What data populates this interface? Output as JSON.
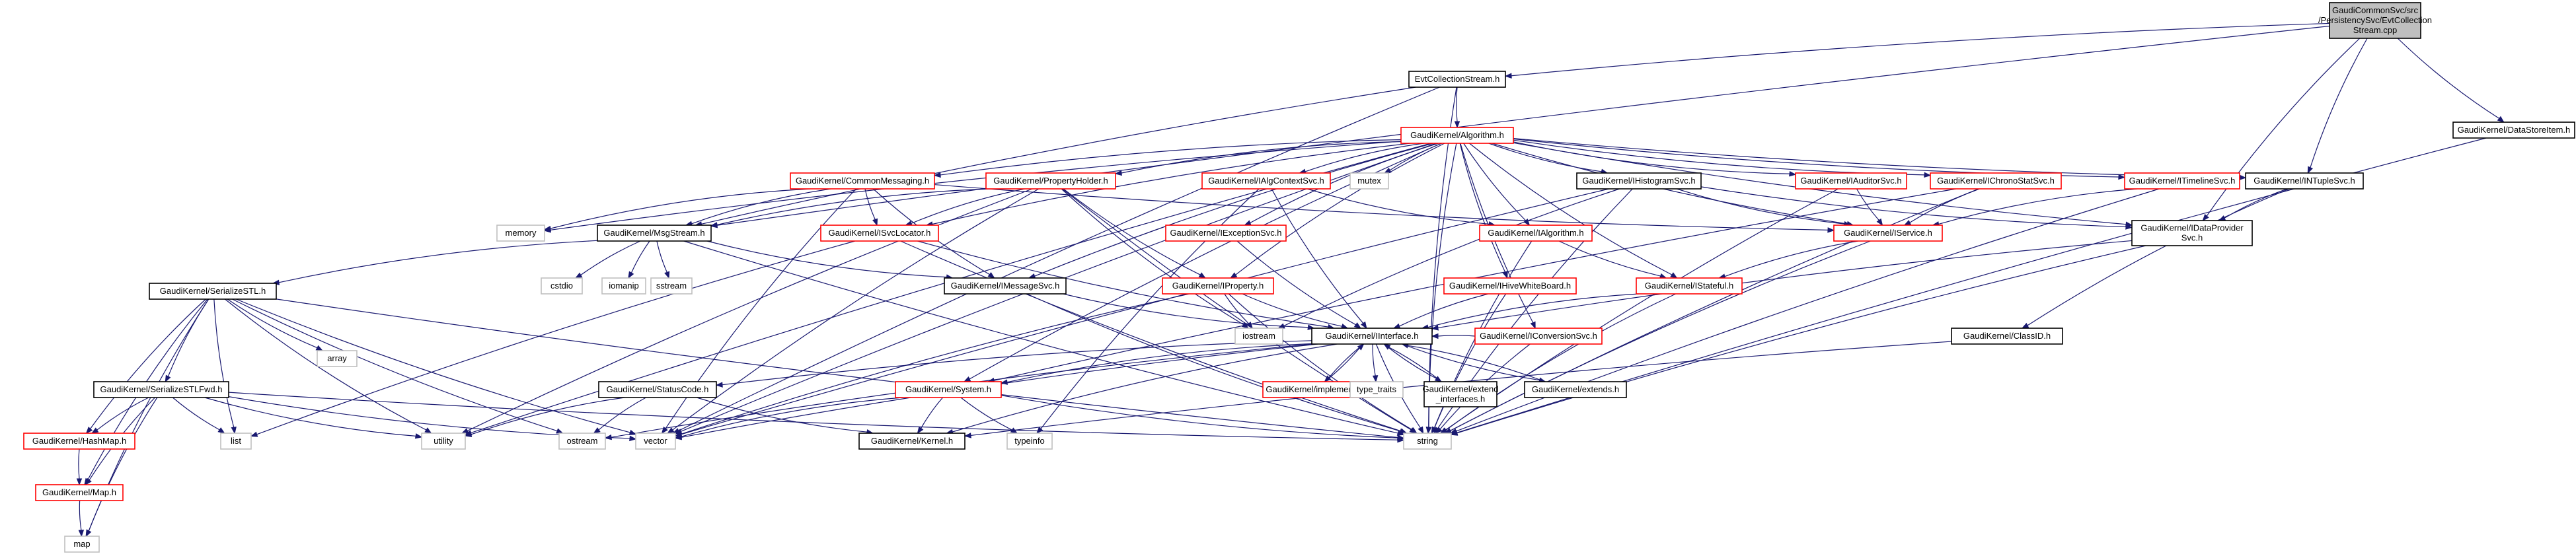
{
  "diagram": {
    "colors": {
      "edge": "#191970",
      "node_red_border": "#ff0000",
      "node_black_border": "#000000",
      "node_gray_border": "#bfbfbf",
      "root_fill": "#bfbfbf",
      "text": "#000000"
    },
    "nodes": [
      {
        "id": "root",
        "lines": [
          "GaudiCommonSvc/src",
          "/PersistencySvc/EvtCollection",
          "Stream.cpp"
        ],
        "style": "root"
      },
      {
        "id": "evtcol",
        "lines": [
          "EvtCollectionStream.h"
        ],
        "style": "black"
      },
      {
        "id": "datastore",
        "lines": [
          "GaudiKernel/DataStoreItem.h"
        ],
        "style": "black"
      },
      {
        "id": "algorithm",
        "lines": [
          "GaudiKernel/Algorithm.h"
        ],
        "style": "red"
      },
      {
        "id": "commonmsg",
        "lines": [
          "GaudiKernel/CommonMessaging.h"
        ],
        "style": "red"
      },
      {
        "id": "propholder",
        "lines": [
          "GaudiKernel/PropertyHolder.h"
        ],
        "style": "red"
      },
      {
        "id": "ialgctx",
        "lines": [
          "GaudiKernel/IAlgContextSvc.h"
        ],
        "style": "red"
      },
      {
        "id": "mutex",
        "lines": [
          "mutex"
        ],
        "style": "gray"
      },
      {
        "id": "ihisto",
        "lines": [
          "GaudiKernel/IHistogramSvc.h"
        ],
        "style": "black"
      },
      {
        "id": "iauditor",
        "lines": [
          "GaudiKernel/IAuditorSvc.h"
        ],
        "style": "red"
      },
      {
        "id": "ichrono",
        "lines": [
          "GaudiKernel/IChronoStatSvc.h"
        ],
        "style": "red"
      },
      {
        "id": "itimeline",
        "lines": [
          "GaudiKernel/ITimelineSvc.h"
        ],
        "style": "red"
      },
      {
        "id": "intuple",
        "lines": [
          "GaudiKernel/INTupleSvc.h"
        ],
        "style": "black"
      },
      {
        "id": "memory",
        "lines": [
          "memory"
        ],
        "style": "gray"
      },
      {
        "id": "msgstream",
        "lines": [
          "GaudiKernel/MsgStream.h"
        ],
        "style": "black"
      },
      {
        "id": "isvcloc",
        "lines": [
          "GaudiKernel/ISvcLocator.h"
        ],
        "style": "red"
      },
      {
        "id": "iexception",
        "lines": [
          "GaudiKernel/IExceptionSvc.h"
        ],
        "style": "red"
      },
      {
        "id": "ialgorithm",
        "lines": [
          "GaudiKernel/IAlgorithm.h"
        ],
        "style": "red"
      },
      {
        "id": "iservice",
        "lines": [
          "GaudiKernel/IService.h"
        ],
        "style": "red"
      },
      {
        "id": "idataprov",
        "lines": [
          "GaudiKernel/IDataProvider",
          "Svc.h"
        ],
        "style": "black"
      },
      {
        "id": "cstdio",
        "lines": [
          "cstdio"
        ],
        "style": "gray"
      },
      {
        "id": "iomanip",
        "lines": [
          "iomanip"
        ],
        "style": "gray"
      },
      {
        "id": "sstream",
        "lines": [
          "sstream"
        ],
        "style": "gray"
      },
      {
        "id": "imessage",
        "lines": [
          "GaudiKernel/IMessageSvc.h"
        ],
        "style": "black"
      },
      {
        "id": "iproperty",
        "lines": [
          "GaudiKernel/IProperty.h"
        ],
        "style": "red"
      },
      {
        "id": "ihive",
        "lines": [
          "GaudiKernel/IHiveWhiteBoard.h"
        ],
        "style": "red"
      },
      {
        "id": "istateful",
        "lines": [
          "GaudiKernel/IStateful.h"
        ],
        "style": "red"
      },
      {
        "id": "serializestl",
        "lines": [
          "GaudiKernel/SerializeSTL.h"
        ],
        "style": "black"
      },
      {
        "id": "iostream",
        "lines": [
          "iostream"
        ],
        "style": "gray"
      },
      {
        "id": "iinterface",
        "lines": [
          "GaudiKernel/IInterface.h"
        ],
        "style": "black"
      },
      {
        "id": "iconversion",
        "lines": [
          "GaudiKernel/IConversionSvc.h"
        ],
        "style": "red"
      },
      {
        "id": "classid",
        "lines": [
          "GaudiKernel/ClassID.h"
        ],
        "style": "black"
      },
      {
        "id": "array",
        "lines": [
          "array"
        ],
        "style": "gray"
      },
      {
        "id": "serializestlfwd",
        "lines": [
          "GaudiKernel/SerializeSTLFwd.h"
        ],
        "style": "black"
      },
      {
        "id": "statuscode",
        "lines": [
          "GaudiKernel/StatusCode.h"
        ],
        "style": "black"
      },
      {
        "id": "system",
        "lines": [
          "GaudiKernel/System.h"
        ],
        "style": "red"
      },
      {
        "id": "iimplements",
        "lines": [
          "GaudiKernel/implements.h"
        ],
        "style": "red"
      },
      {
        "id": "typetraits",
        "lines": [
          "type_traits"
        ],
        "style": "gray"
      },
      {
        "id": "extendif",
        "lines": [
          "GaudiKernel/extend",
          "_interfaces.h"
        ],
        "style": "black"
      },
      {
        "id": "extends",
        "lines": [
          "GaudiKernel/extends.h"
        ],
        "style": "black"
      },
      {
        "id": "hashmap",
        "lines": [
          "GaudiKernel/HashMap.h"
        ],
        "style": "red"
      },
      {
        "id": "list",
        "lines": [
          "list"
        ],
        "style": "gray"
      },
      {
        "id": "utility",
        "lines": [
          "utility"
        ],
        "style": "gray"
      },
      {
        "id": "ostream",
        "lines": [
          "ostream"
        ],
        "style": "gray"
      },
      {
        "id": "vector",
        "lines": [
          "vector"
        ],
        "style": "gray"
      },
      {
        "id": "kernel",
        "lines": [
          "GaudiKernel/Kernel.h"
        ],
        "style": "black"
      },
      {
        "id": "typeinfo",
        "lines": [
          "typeinfo"
        ],
        "style": "gray"
      },
      {
        "id": "string",
        "lines": [
          "string"
        ],
        "style": "gray"
      },
      {
        "id": "mapH",
        "lines": [
          "GaudiKernel/Map.h"
        ],
        "style": "red"
      },
      {
        "id": "map",
        "lines": [
          "map"
        ],
        "style": "gray"
      }
    ],
    "edges": [
      [
        "root",
        "evtcol"
      ],
      [
        "root",
        "datastore"
      ],
      [
        "root",
        "intuple"
      ],
      [
        "root",
        "idataprov"
      ],
      [
        "root",
        "msgstream"
      ],
      [
        "evtcol",
        "algorithm"
      ],
      [
        "evtcol",
        "vector"
      ],
      [
        "evtcol",
        "string"
      ],
      [
        "evtcol",
        "msgstream"
      ],
      [
        "datastore",
        "string"
      ],
      [
        "algorithm",
        "commonmsg"
      ],
      [
        "algorithm",
        "propholder"
      ],
      [
        "algorithm",
        "ialgctx"
      ],
      [
        "algorithm",
        "mutex"
      ],
      [
        "algorithm",
        "ihisto"
      ],
      [
        "algorithm",
        "iauditor"
      ],
      [
        "algorithm",
        "ichrono"
      ],
      [
        "algorithm",
        "itimeline"
      ],
      [
        "algorithm",
        "intuple"
      ],
      [
        "algorithm",
        "memory"
      ],
      [
        "algorithm",
        "isvcloc"
      ],
      [
        "algorithm",
        "iexception"
      ],
      [
        "algorithm",
        "ialgorithm"
      ],
      [
        "algorithm",
        "iservice"
      ],
      [
        "algorithm",
        "idataprov"
      ],
      [
        "algorithm",
        "imessage"
      ],
      [
        "algorithm",
        "iproperty"
      ],
      [
        "algorithm",
        "ihive"
      ],
      [
        "algorithm",
        "istateful"
      ],
      [
        "algorithm",
        "system"
      ],
      [
        "algorithm",
        "iconversion"
      ],
      [
        "algorithm",
        "vector"
      ],
      [
        "algorithm",
        "string"
      ],
      [
        "algorithm",
        "utility"
      ],
      [
        "commonmsg",
        "memory"
      ],
      [
        "commonmsg",
        "msgstream"
      ],
      [
        "commonmsg",
        "isvcloc"
      ],
      [
        "commonmsg",
        "imessage"
      ],
      [
        "commonmsg",
        "iservice"
      ],
      [
        "commonmsg",
        "vector"
      ],
      [
        "propholder",
        "iproperty"
      ],
      [
        "propholder",
        "isvcloc"
      ],
      [
        "propholder",
        "msgstream"
      ],
      [
        "propholder",
        "iostream"
      ],
      [
        "propholder",
        "string"
      ],
      [
        "propholder",
        "vector"
      ],
      [
        "propholder",
        "utility"
      ],
      [
        "ialgctx",
        "iinterface"
      ],
      [
        "ialgctx",
        "ialgorithm"
      ],
      [
        "ialgctx",
        "typeinfo"
      ],
      [
        "ihisto",
        "iservice"
      ],
      [
        "ihisto",
        "idataprov"
      ],
      [
        "ihisto",
        "iostream"
      ],
      [
        "ihisto",
        "string"
      ],
      [
        "ihisto",
        "vector"
      ],
      [
        "iauditor",
        "iservice"
      ],
      [
        "iauditor",
        "string"
      ],
      [
        "ichrono",
        "iservice"
      ],
      [
        "ichrono",
        "string"
      ],
      [
        "ichrono",
        "system"
      ],
      [
        "itimeline",
        "iservice"
      ],
      [
        "itimeline",
        "string"
      ],
      [
        "intuple",
        "idataprov"
      ],
      [
        "intuple",
        "classid"
      ],
      [
        "msgstream",
        "serializestl"
      ],
      [
        "msgstream",
        "cstdio"
      ],
      [
        "msgstream",
        "iomanip"
      ],
      [
        "msgstream",
        "sstream"
      ],
      [
        "msgstream",
        "imessage"
      ],
      [
        "msgstream",
        "string"
      ],
      [
        "isvcloc",
        "iinterface"
      ],
      [
        "isvcloc",
        "list"
      ],
      [
        "isvcloc",
        "string"
      ],
      [
        "iexception",
        "iinterface"
      ],
      [
        "ialgorithm",
        "istateful"
      ],
      [
        "ialgorithm",
        "string"
      ],
      [
        "iservice",
        "istateful"
      ],
      [
        "iservice",
        "string"
      ],
      [
        "idataprov",
        "iinterface"
      ],
      [
        "idataprov",
        "string"
      ],
      [
        "imessage",
        "iinterface"
      ],
      [
        "imessage",
        "string"
      ],
      [
        "iproperty",
        "iinterface"
      ],
      [
        "iproperty",
        "iostream"
      ],
      [
        "iproperty",
        "string"
      ],
      [
        "iproperty",
        "vector"
      ],
      [
        "ihive",
        "iinterface"
      ],
      [
        "ihive",
        "string"
      ],
      [
        "istateful",
        "iinterface"
      ],
      [
        "istateful",
        "string"
      ],
      [
        "iconversion",
        "iinterface"
      ],
      [
        "iconversion",
        "string"
      ],
      [
        "classid",
        "kernel"
      ],
      [
        "serializestl",
        "array"
      ],
      [
        "serializestl",
        "serializestlfwd"
      ],
      [
        "serializestl",
        "hashmap"
      ],
      [
        "serializestl",
        "list"
      ],
      [
        "serializestl",
        "utility"
      ],
      [
        "serializestl",
        "ostream"
      ],
      [
        "serializestl",
        "vector"
      ],
      [
        "serializestl",
        "mapH"
      ],
      [
        "serializestl",
        "map"
      ],
      [
        "serializestl",
        "string"
      ],
      [
        "serializestlfwd",
        "hashmap"
      ],
      [
        "serializestlfwd",
        "list"
      ],
      [
        "serializestlfwd",
        "utility"
      ],
      [
        "serializestlfwd",
        "mapH"
      ],
      [
        "serializestlfwd",
        "map"
      ],
      [
        "serializestlfwd",
        "string"
      ],
      [
        "serializestlfwd",
        "vector"
      ],
      [
        "iinterface",
        "statuscode"
      ],
      [
        "iinterface",
        "system"
      ],
      [
        "iinterface",
        "iimplements"
      ],
      [
        "iinterface",
        "typetraits"
      ],
      [
        "iinterface",
        "extendif"
      ],
      [
        "iinterface",
        "extends"
      ],
      [
        "iinterface",
        "kernel"
      ],
      [
        "iinterface",
        "string"
      ],
      [
        "iinterface",
        "vector"
      ],
      [
        "iinterface",
        "ostream"
      ],
      [
        "statuscode",
        "kernel"
      ],
      [
        "statuscode",
        "ostream"
      ],
      [
        "statuscode",
        "utility"
      ],
      [
        "system",
        "kernel"
      ],
      [
        "system",
        "typeinfo"
      ],
      [
        "system",
        "string"
      ],
      [
        "system",
        "vector"
      ],
      [
        "iimplements",
        "iinterface"
      ],
      [
        "extendif",
        "iinterface"
      ],
      [
        "extends",
        "iinterface"
      ],
      [
        "hashmap",
        "mapH"
      ],
      [
        "mapH",
        "map"
      ]
    ]
  }
}
